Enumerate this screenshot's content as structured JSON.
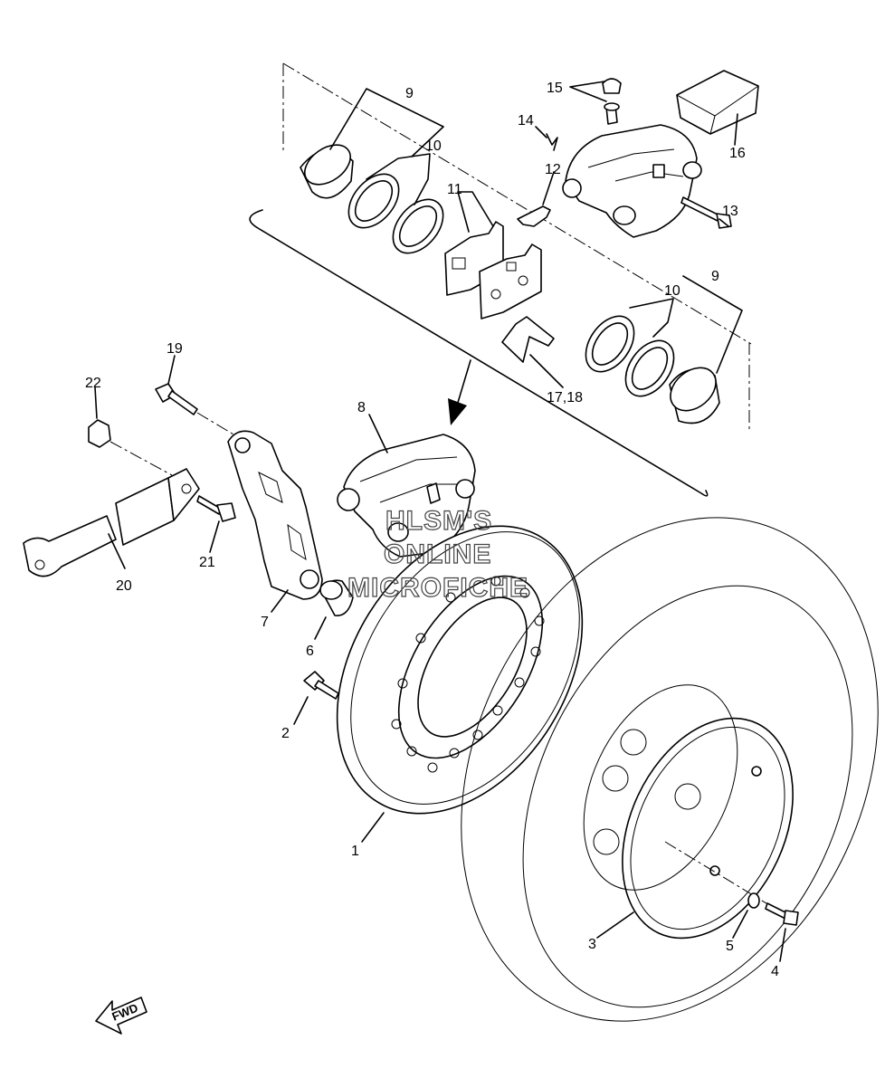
{
  "watermark": {
    "line1": "HLSM'S",
    "line2": "ONLINE",
    "line3": "MICROFICHE"
  },
  "direction_badge": "FWD",
  "callouts": {
    "c1": "1",
    "c2": "2",
    "c3": "3",
    "c4": "4",
    "c5": "5",
    "c6": "6",
    "c7": "7",
    "c8": "8",
    "c9a": "9",
    "c9b": "9",
    "c10a": "10",
    "c10b": "10",
    "c11": "11",
    "c12": "12",
    "c13": "13",
    "c14": "14",
    "c15": "15",
    "c16": "16",
    "c17": "17,18",
    "c19": "19",
    "c20": "20",
    "c21": "21",
    "c22": "22"
  }
}
